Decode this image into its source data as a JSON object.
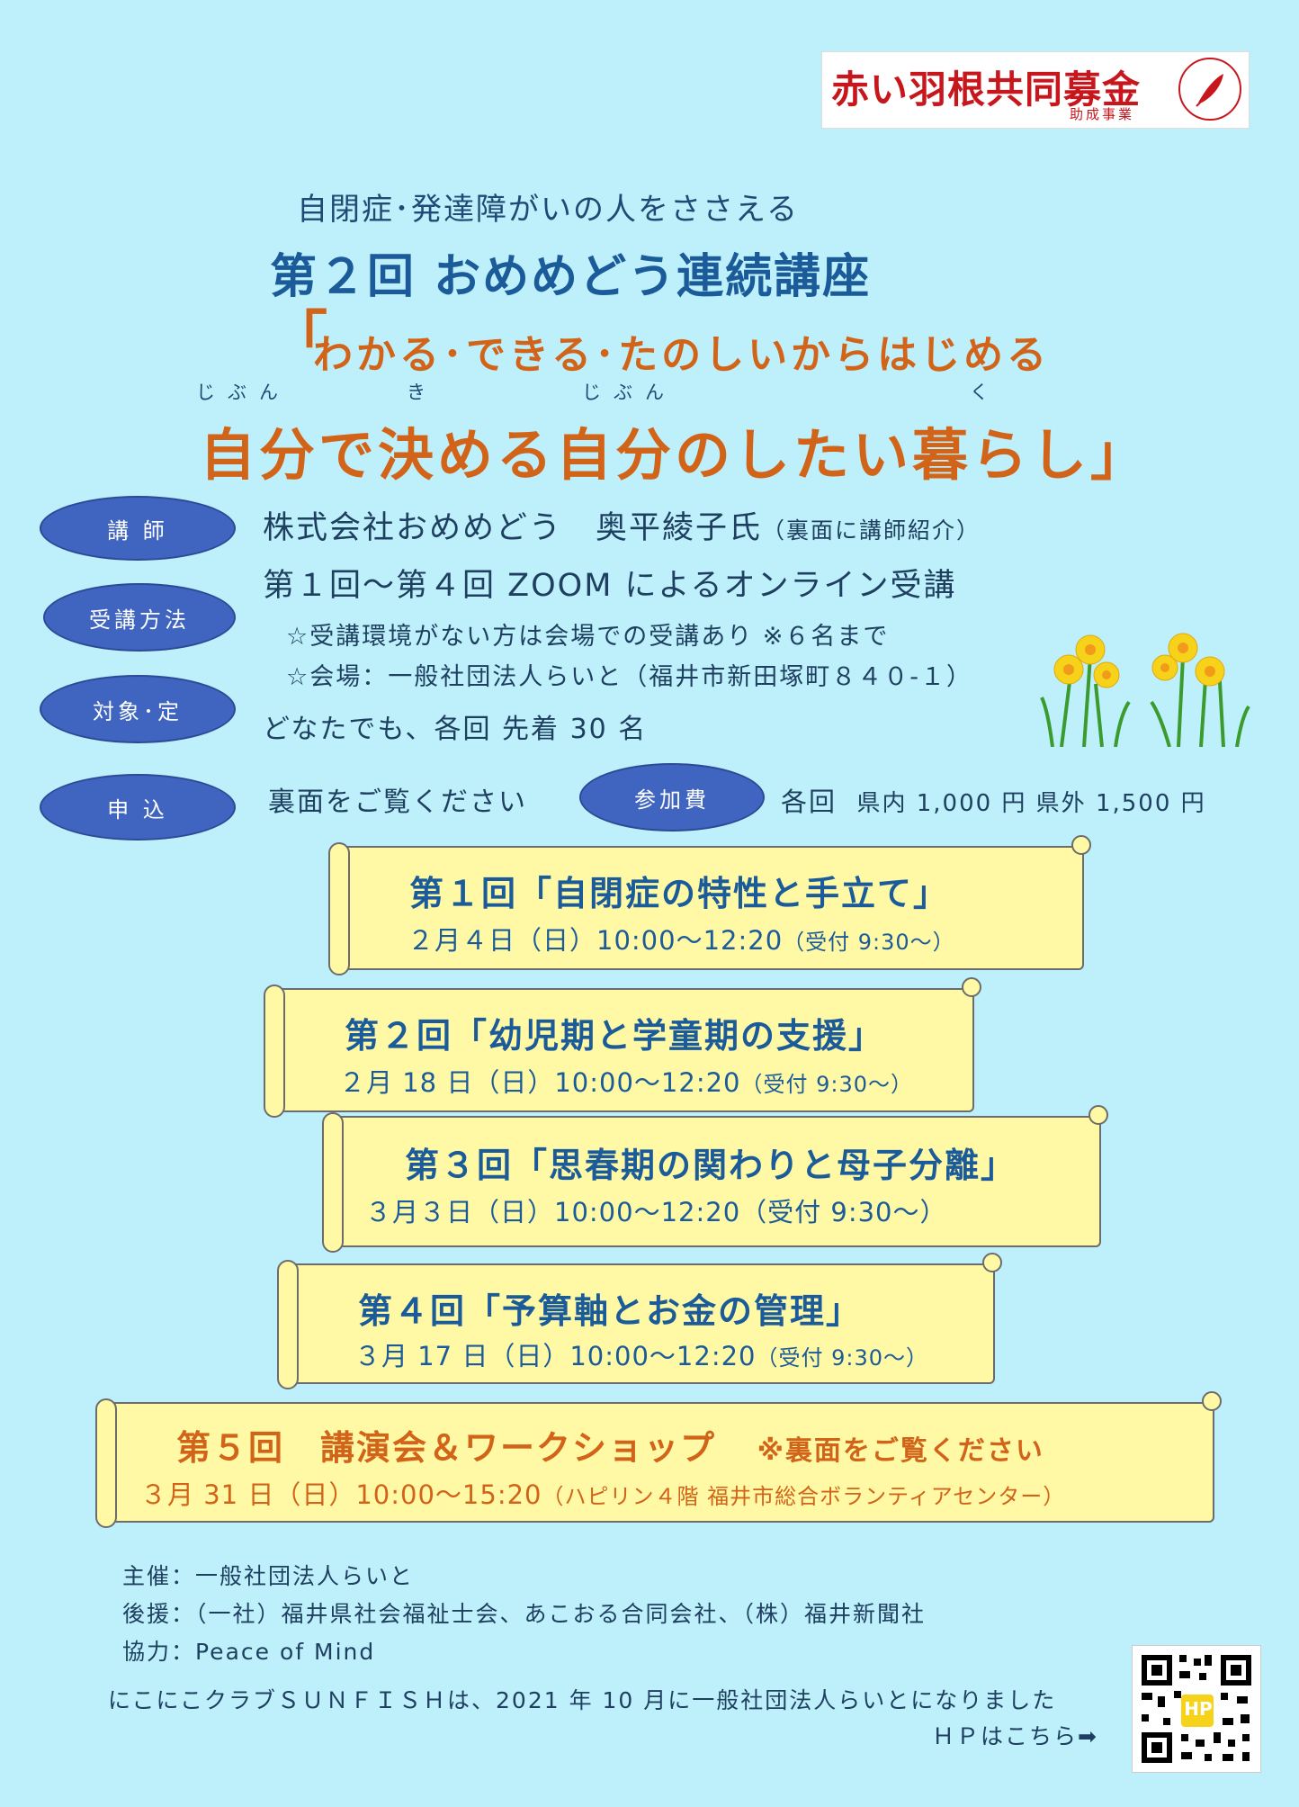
{
  "logo": {
    "main": "赤い羽根共同募金",
    "sub": "助成事業"
  },
  "header": {
    "subtitle": "自閉症･発達障がいの人をささえる",
    "title": "第２回 おめめどう連続講座",
    "bracket_open": "「",
    "line1": "わかる･できる･たのしいからはじめる",
    "ruby1": "じぶん",
    "ruby2": "き",
    "ruby3": "じぶん",
    "ruby4": "く",
    "line2": "自分で決める自分のしたい暮らし」"
  },
  "labels": {
    "lecturer": "講 師",
    "method": "受講方法",
    "target": "対象･定",
    "apply": "申 込",
    "fee": "参加費"
  },
  "info": {
    "lecturer": "株式会社おめめどう　奥平綾子氏",
    "lecturer_note": "（裏面に講師紹介）",
    "method": "第１回～第４回 ZOOM によるオンライン受講",
    "note1": "☆受講環境がない方は会場での受講あり ※６名まで",
    "note2": "☆会場：一般社団法人らいと（福井市新田塚町８４０-１）",
    "target": "どなたでも、各回 先着 30 名",
    "apply": "裏面をご覧ください",
    "fee_each": "各回",
    "fee_detail": "県内 1,000 円 県外 1,500 円"
  },
  "sessions": [
    {
      "title": "第１回「自閉症の特性と手立て」",
      "date": "２月４日（日）10:00～12:20",
      "note": "（受付 9:30～）"
    },
    {
      "title": "第２回「幼児期と学童期の支援」",
      "date": "２月 18 日（日）10:00～12:20",
      "note": "（受付 9:30～）"
    },
    {
      "title": "第３回「思春期の関わりと母子分離」",
      "date": "３月３日（日）10:00～12:20（受付 9:30～）",
      "note": ""
    },
    {
      "title": "第４回「予算軸とお金の管理」",
      "date": "３月 17 日（日）10:00～12:20",
      "note": "（受付 9:30～）"
    },
    {
      "title": "第５回　講演会＆ワークショップ",
      "title_note": "※裏面をご覧ください",
      "date": "３月 31 日（日）10:00～15:20",
      "note": "（ハピリン４階 福井市総合ボランティアセンター）"
    }
  ],
  "footer": {
    "host": "主催：一般社団法人らいと",
    "support": "後援：（一社）福井県社会福祉士会、あこおる合同会社、（株）福井新聞社",
    "cooperation": "協力：Peace of Mind",
    "notice": "にこにこクラブＳＵＮＦＩＳＨは、2021 年 10 月に一般社団法人らいとになりました",
    "hp": "ＨＰはこちら➡",
    "qr_label": "HP"
  },
  "colors": {
    "background": "#bdf0fb",
    "oval": "#3f65c1",
    "scroll": "#fff9a6",
    "orange": "#d2641a",
    "blue": "#1b5b99"
  }
}
